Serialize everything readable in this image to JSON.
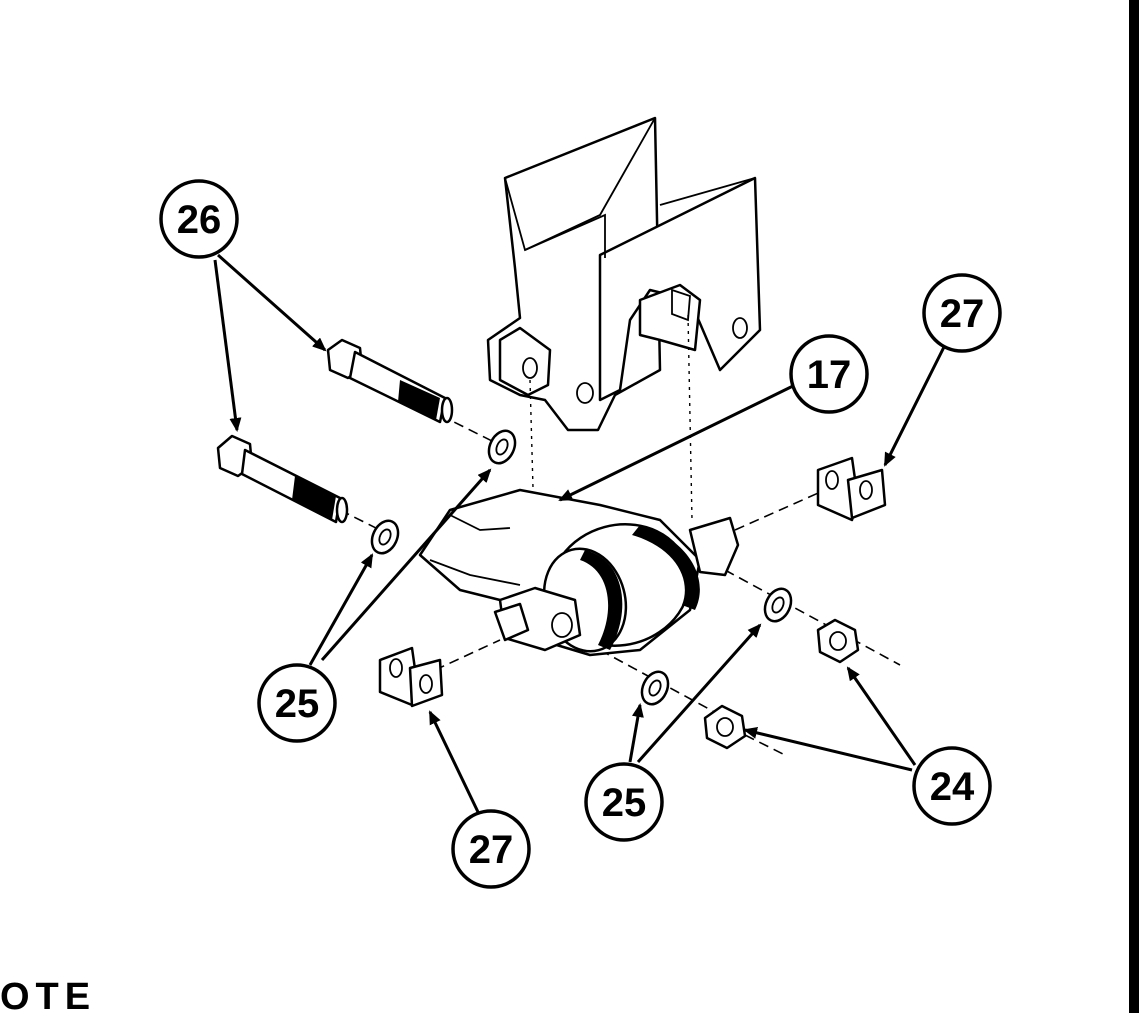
{
  "figure": {
    "callouts": [
      {
        "id": "c26",
        "label": "26"
      },
      {
        "id": "c17",
        "label": "17"
      },
      {
        "id": "c27a",
        "label": "27"
      },
      {
        "id": "c25a",
        "label": "25"
      },
      {
        "id": "c27b",
        "label": "27"
      },
      {
        "id": "c25b",
        "label": "25"
      },
      {
        "id": "c24",
        "label": "24"
      }
    ],
    "note_heading": "OTE"
  }
}
